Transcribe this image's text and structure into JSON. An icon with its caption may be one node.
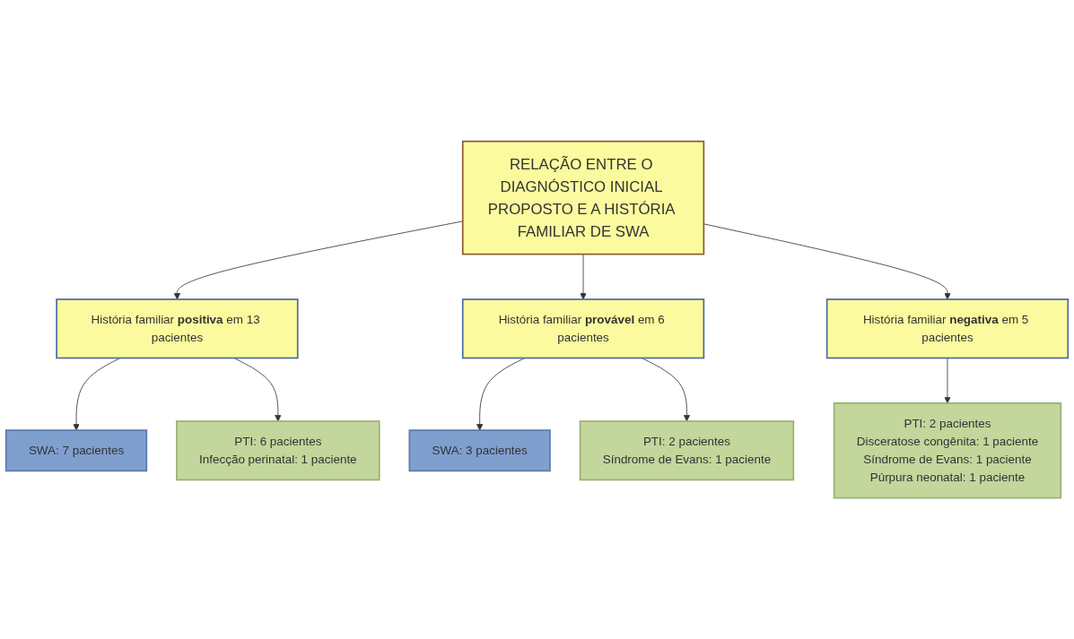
{
  "diagram": {
    "nodes": [
      {
        "text": [
          "RELAÇÃO ENTRE O DIAGNÓSTICO INICIAL PROPOSTO E A HISTÓRIA FAMILIAR DE SWA"
        ]
      },
      {
        "text": [
          "História familiar **positiva** em 13 pacientes"
        ]
      },
      {
        "text": [
          "História familiar **provável** em 6 pacientes"
        ]
      },
      {
        "text": [
          "História familiar **negativa** em 5 pacientes"
        ]
      },
      {
        "text": [
          "SWA: 7 pacientes"
        ]
      },
      {
        "text": [
          "PTI: 6 pacientes",
          "Infecção perinatal: 1 paciente"
        ]
      },
      {
        "text": [
          "SWA: 3 pacientes"
        ]
      },
      {
        "text": [
          "PTI: 2 pacientes",
          "Síndrome de Evans: 1 paciente"
        ]
      },
      {
        "text": [
          "PTI: 2 pacientes",
          "Disceratose congênita: 1 paciente",
          "Síndrome de Evans: 1 paciente",
          "Púrpura neonatal: 1 paciente"
        ]
      }
    ],
    "edges": [
      {
        "from": 0,
        "to": 1,
        "arrow": "to"
      },
      {
        "from": 0,
        "to": 2,
        "arrow": "to"
      },
      {
        "from": 0,
        "to": 3,
        "arrow": "to"
      },
      {
        "from": 1,
        "to": 4,
        "arrow": "to"
      },
      {
        "from": 1,
        "to": 5,
        "arrow": "to"
      },
      {
        "from": 2,
        "to": 6,
        "arrow": "to"
      },
      {
        "from": 2,
        "to": 7,
        "arrow": "to"
      },
      {
        "from": 3,
        "to": 8,
        "arrow": "to"
      }
    ]
  }
}
